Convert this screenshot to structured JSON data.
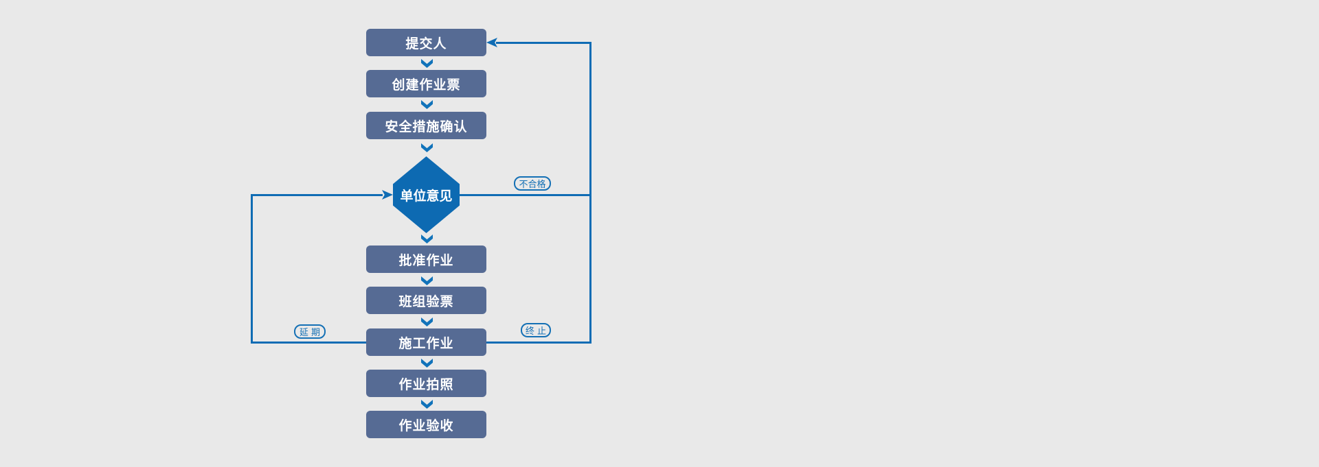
{
  "colors": {
    "background": "#e9e9e9",
    "node_fill": "#566b94",
    "node_text": "#ffffff",
    "accent": "#0d6ab2",
    "line_blue": "#0f6cb4",
    "arrow_blue": "#1173ba",
    "label_blue": "#1470b5"
  },
  "flow": {
    "nodes": [
      {
        "id": "submitter",
        "label": "提交人",
        "type": "box"
      },
      {
        "id": "create-work-ticket",
        "label": "创建作业票",
        "type": "box"
      },
      {
        "id": "safety-measure-confirmation",
        "label": "安全措施确认",
        "type": "box"
      },
      {
        "id": "unit-opinion",
        "label": "单位意见",
        "type": "hexagon-decision"
      },
      {
        "id": "approve-work",
        "label": "批准作业",
        "type": "box"
      },
      {
        "id": "team-ticket-check",
        "label": "班组验票",
        "type": "box"
      },
      {
        "id": "construction-work",
        "label": "施工作业",
        "type": "box"
      },
      {
        "id": "work-photograph",
        "label": "作业拍照",
        "type": "box"
      },
      {
        "id": "work-acceptance",
        "label": "作业验收",
        "type": "box"
      }
    ],
    "edge_labels": [
      {
        "id": "unqualified",
        "label": "不合格"
      },
      {
        "id": "postpone",
        "label": "延 期"
      },
      {
        "id": "terminate",
        "label": "终 止"
      }
    ],
    "edges": [
      {
        "from": "submitter",
        "to": "create-work-ticket"
      },
      {
        "from": "create-work-ticket",
        "to": "safety-measure-confirmation"
      },
      {
        "from": "safety-measure-confirmation",
        "to": "unit-opinion"
      },
      {
        "from": "unit-opinion",
        "to": "approve-work"
      },
      {
        "from": "unit-opinion",
        "to": "submitter",
        "label": "不合格"
      },
      {
        "from": "approve-work",
        "to": "team-ticket-check"
      },
      {
        "from": "team-ticket-check",
        "to": "construction-work"
      },
      {
        "from": "construction-work",
        "to": "unit-opinion",
        "label": "延 期"
      },
      {
        "from": "construction-work",
        "to": "submitter",
        "label": "终 止"
      },
      {
        "from": "construction-work",
        "to": "work-photograph"
      },
      {
        "from": "work-photograph",
        "to": "work-acceptance"
      }
    ]
  }
}
